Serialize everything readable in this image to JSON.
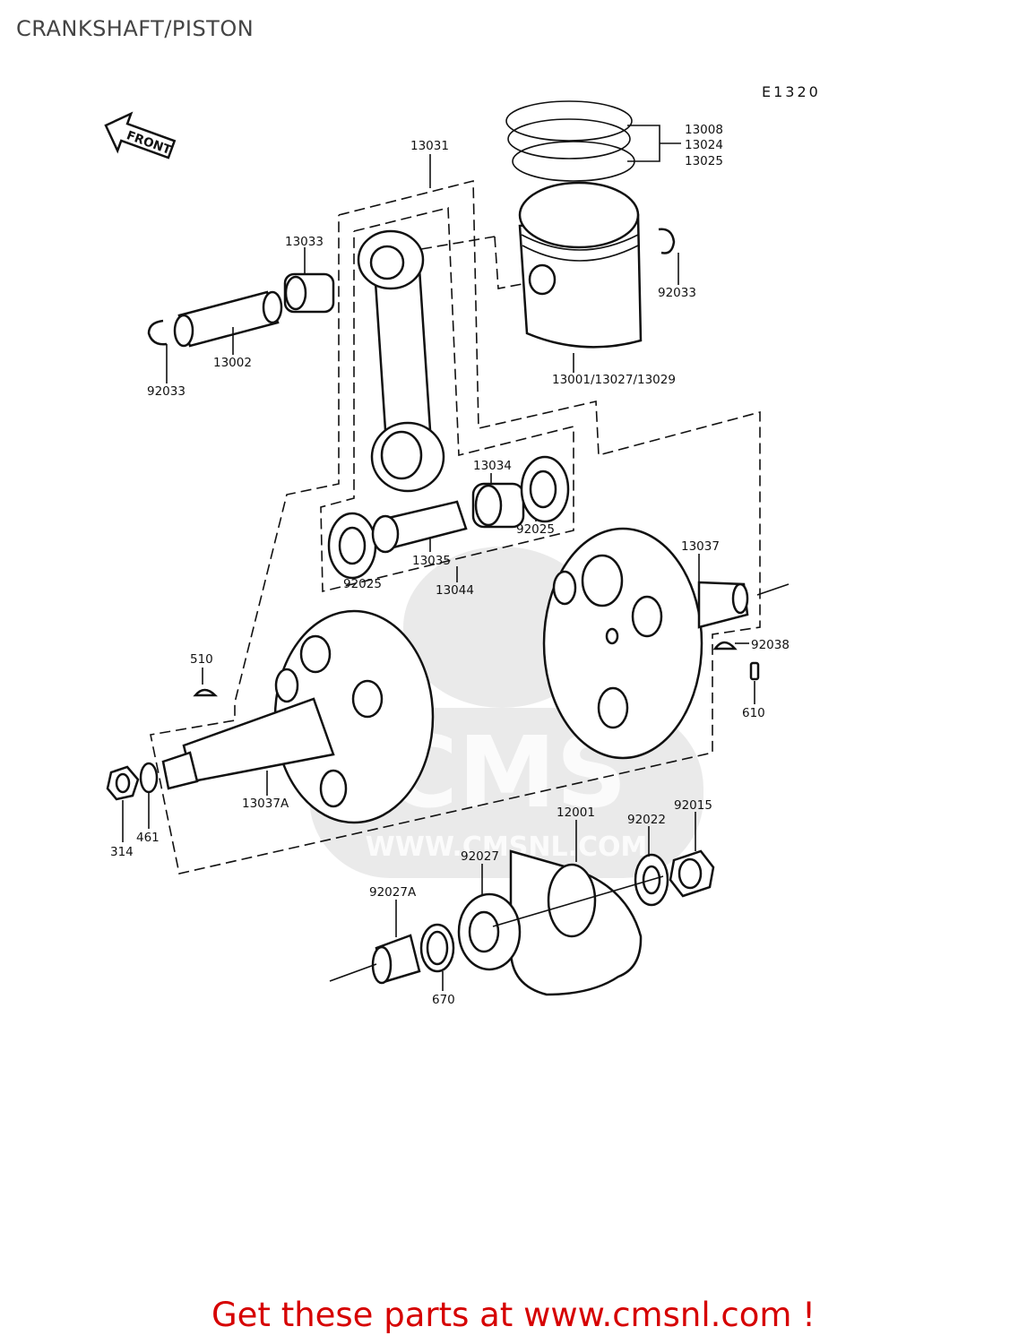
{
  "page": {
    "title": "CRANKSHAFT/PISTON",
    "diagram_code": "E1320",
    "front_label": "FRONT",
    "banner_text": "Get these parts at www.cmsnl.com !"
  },
  "watermark": {
    "brand": "CMS",
    "url": "WWW.CMSNL.COM"
  },
  "labels": {
    "rings_1": "13008",
    "rings_2": "13024",
    "rings_3": "13025",
    "conrod": "13031",
    "small_end_bearing": "13033",
    "piston_pin": "13002",
    "circlip_left": "92033",
    "circlip_right": "92033",
    "piston": "13001/13027/13029",
    "big_end_bearing": "13034",
    "washer_right": "92025",
    "washer_left": "92025",
    "crank_pin": "13035",
    "crankpin_set": "13044",
    "crank_half_right": "13037",
    "key_right": "92038",
    "pin": "610",
    "key_left": "510",
    "crank_half_left": "13037A",
    "nut_left": "314",
    "washer_nut": "461",
    "plate": "12001",
    "washer_22": "92022",
    "nut_right": "92015",
    "gear": "92027",
    "collar": "92027A",
    "oring": "670"
  }
}
